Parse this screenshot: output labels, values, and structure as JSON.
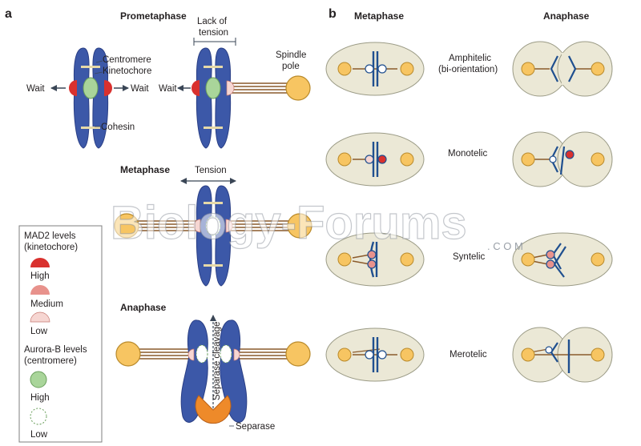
{
  "panel_a": {
    "letter": "a",
    "prometaphase": "Prometaphase",
    "lack_of": "Lack of",
    "tension_word": "tension",
    "centromere": "Centromere",
    "kinetochore": "Kinetochore",
    "wait": "Wait",
    "cohesin": "Cohesin",
    "spindle": "Spindle",
    "pole": "pole",
    "metaphase": "Metaphase",
    "tension": "Tension",
    "anaphase": "Anaphase",
    "separase_cleavage": "Separase cleavage",
    "separase": "Separase"
  },
  "legend": {
    "mad2_title_1": "MAD2 levels",
    "mad2_title_2": "(kinetochore)",
    "high": "High",
    "medium": "Medium",
    "low": "Low",
    "aurora_title_1": "Aurora-B levels",
    "aurora_title_2": "(centromere)",
    "aurora_high": "High",
    "aurora_low": "Low"
  },
  "panel_b": {
    "letter": "b",
    "metaphase": "Metaphase",
    "anaphase": "Anaphase",
    "amphitelic_1": "Amphitelic",
    "amphitelic_2": "(bi-orientation)",
    "monotelic": "Monotelic",
    "syntelic": "Syntelic",
    "merotelic": "Merotelic"
  },
  "watermark": {
    "text": "Biology-Forums",
    "com": ". C O M"
  },
  "colors": {
    "chromosome": "#3c58a8",
    "chromosome_dark": "#2a3f85",
    "pole": "#f7c562",
    "pole_stroke": "#b98a2b",
    "spindle": "#8a5a2b",
    "cell": "#ebe8d6",
    "cell_stroke": "#9b9b86",
    "mad2_high": "#d9312e",
    "mad2_medium": "#e8928c",
    "mad2_low": "#f6d6d2",
    "aurora": "#a9d59a",
    "separase": "#ee8a2a",
    "legend_border": "#7f7f7f"
  }
}
